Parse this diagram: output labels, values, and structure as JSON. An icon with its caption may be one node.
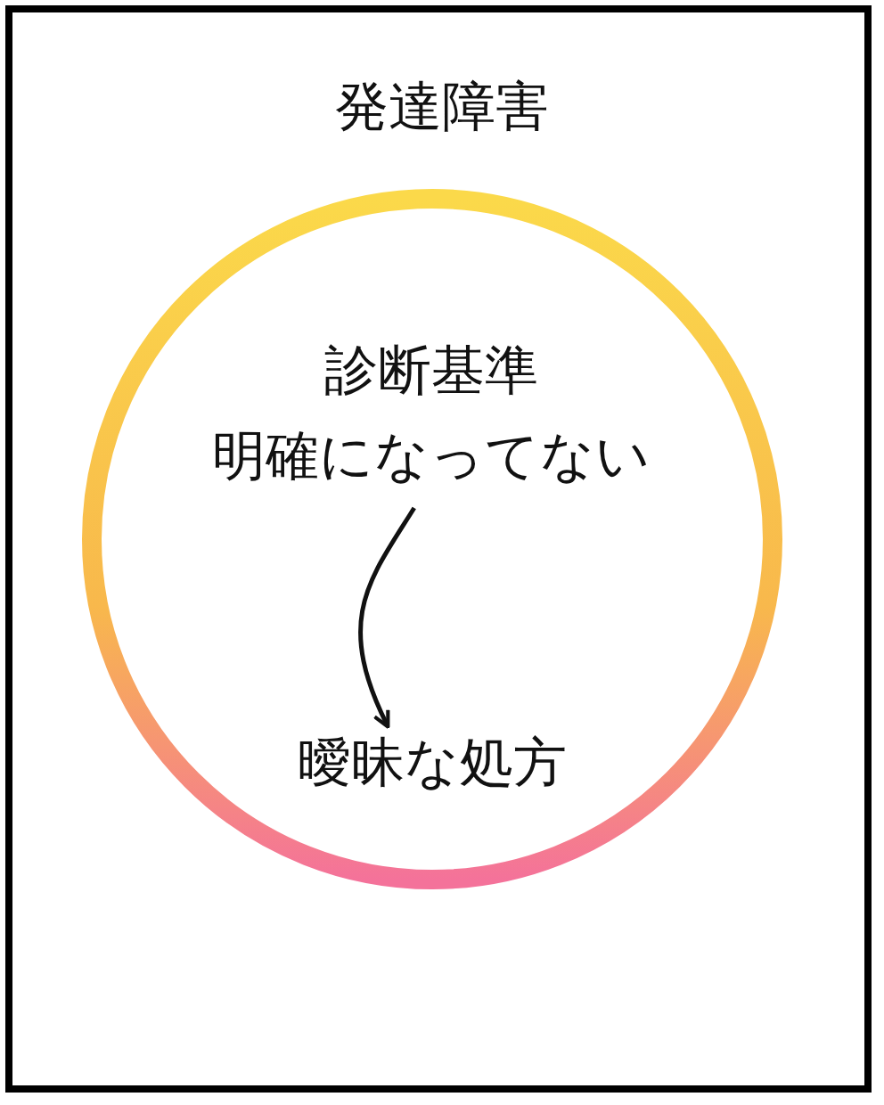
{
  "diagram": {
    "title": "発達障害",
    "nodes": [
      {
        "text": [],
        "shape": "circle"
      },
      {
        "text": [
          "診断基準",
          "明確になってない"
        ],
        "in": 0
      },
      {
        "text": [
          "曖昧な処方"
        ],
        "in": 0
      }
    ],
    "edges": [
      {
        "from": 1,
        "to": 2,
        "arrow": "to"
      }
    ]
  }
}
